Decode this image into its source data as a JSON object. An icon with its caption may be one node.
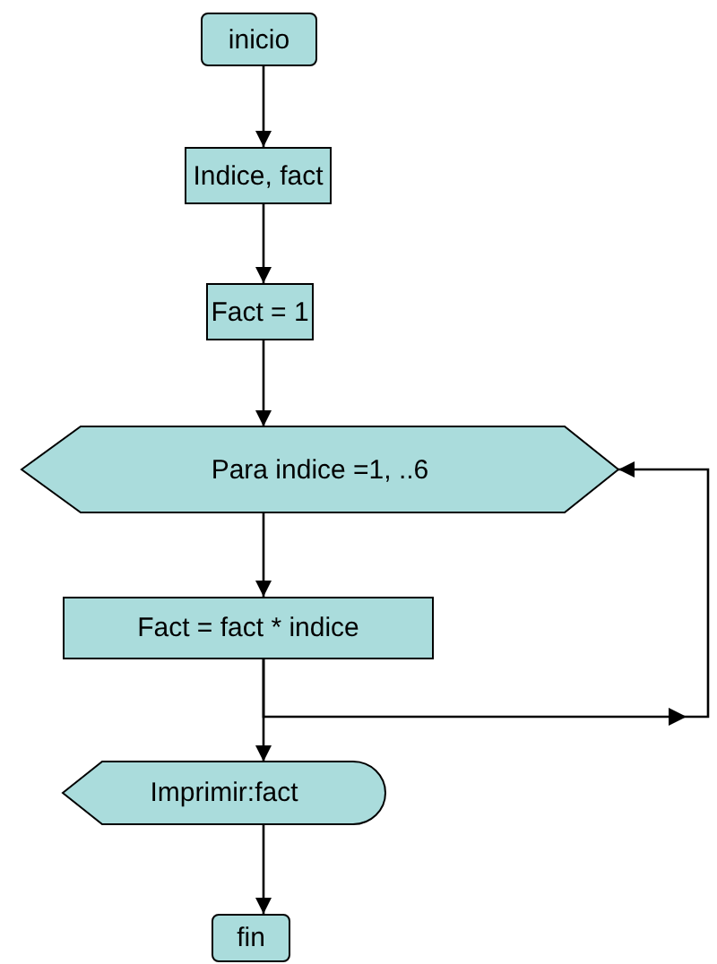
{
  "diagram": {
    "nodes": [
      {
        "text": [
          "inicio"
        ]
      },
      {
        "text": [
          "Indice, fact"
        ]
      },
      {
        "text": [
          "Fact = 1"
        ]
      },
      {
        "text": [
          "Para indice =1, ..6"
        ]
      },
      {
        "text": [
          "Fact = fact * indice"
        ]
      },
      {
        "text": [
          "Imprimir:fact"
        ]
      },
      {
        "text": [
          "fin"
        ]
      }
    ],
    "edges": [
      {
        "from": 0,
        "to": 1,
        "arrow": "to"
      },
      {
        "from": 1,
        "to": 2,
        "arrow": "to"
      },
      {
        "from": 2,
        "to": 3,
        "arrow": "to"
      },
      {
        "from": 3,
        "to": 4,
        "arrow": "to"
      },
      {
        "from": 4,
        "to": 3,
        "arrow": "to"
      },
      {
        "from": 4,
        "to": 5,
        "arrow": "to"
      },
      {
        "from": 5,
        "to": 6,
        "arrow": "to"
      }
    ]
  }
}
